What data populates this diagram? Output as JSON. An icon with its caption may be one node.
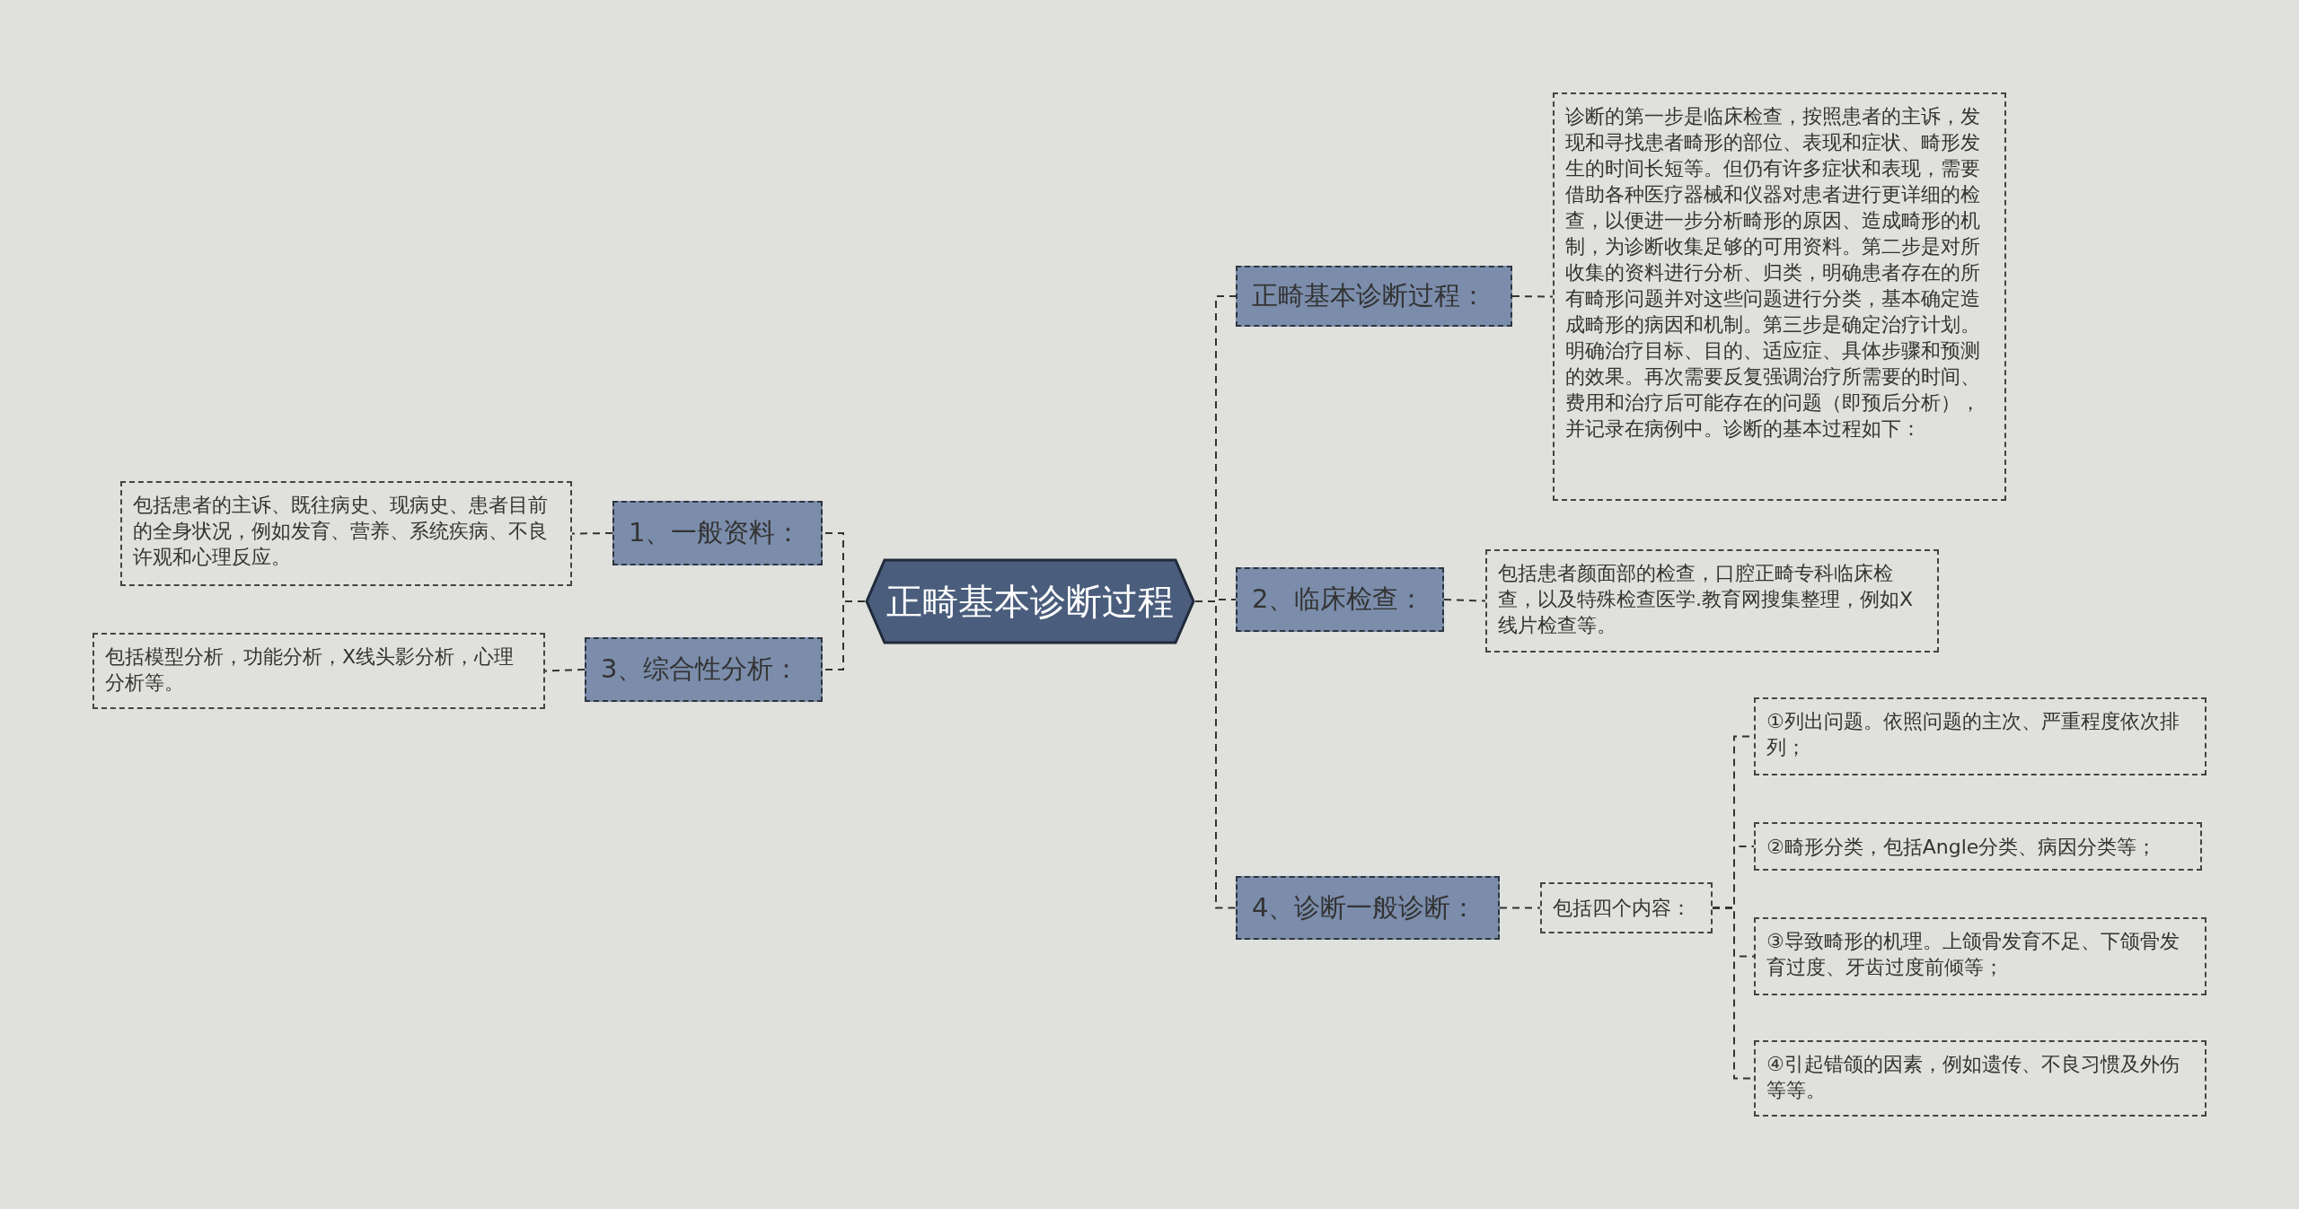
{
  "diagram": {
    "nodes": [
      {
        "text": [
          "正畸基本诊断过程"
        ]
      },
      {
        "text": [
          "正畸基本诊断过程："
        ]
      },
      {
        "text": [
          "诊断的第一步是临床检查，按照患者的主诉，发现和寻找患者畸形的部位、表现和症状、畸形发生的时间长短等。但仍有许多症状和表现，需要借助各种医疗器械和仪器对患者进行更详细的检查，以便进一步分析畸形的原因、造成畸形的机制，为诊断收集足够的可用资料。第二步是对所收集的资料进行分析、归类，明确患者存在的所有畸形问题并对这些问题进行分类，基本确定造成畸形的病因和机制。第三步是确定治疗计划。明确治疗目标、目的、适应症、具体步骤和预测的效果。再次需要反复强调治疗所需要的时间、费用和治疗后可能存在的问题（即预后分析），并记录在病例中。诊断的基本过程如下："
        ]
      },
      {
        "text": [
          "1、一般资料："
        ]
      },
      {
        "text": [
          "包括患者的主诉、既往病史、现病史、患者目前的全身状况，例如发育、营养、系统疾病、不良许观和心理反应。"
        ]
      },
      {
        "text": [
          "2、临床检查："
        ]
      },
      {
        "text": [
          "包括患者颜面部的检查，口腔正畸专科临床检查，以及特殊检查医学.教育网搜集整理，例如X线片检查等。"
        ]
      },
      {
        "text": [
          "3、综合性分析："
        ]
      },
      {
        "text": [
          "包括模型分析，功能分析，X线头影分析，心理分析等。"
        ]
      },
      {
        "text": [
          "4、诊断一般诊断："
        ]
      },
      {
        "text": [
          "包括四个内容："
        ]
      },
      {
        "text": [
          "①列出问题。依照问题的主次、严重程度依次排列；"
        ]
      },
      {
        "text": [
          "②畸形分类，包括Angle分类、病因分类等；"
        ]
      },
      {
        "text": [
          "③导致畸形的机理。上颌骨发育不足、下颌骨发育过度、牙齿过度前倾等；"
        ]
      },
      {
        "text": [
          "④引起错颌的因素，例如遗传、不良习惯及外伤等等。"
        ]
      }
    ],
    "edges": [
      {
        "from": 0,
        "to": 1,
        "arrow": "none"
      },
      {
        "from": 1,
        "to": 2,
        "arrow": "none"
      },
      {
        "from": 0,
        "to": 3,
        "arrow": "none"
      },
      {
        "from": 3,
        "to": 4,
        "arrow": "none"
      },
      {
        "from": 0,
        "to": 5,
        "arrow": "none"
      },
      {
        "from": 5,
        "to": 6,
        "arrow": "none"
      },
      {
        "from": 0,
        "to": 7,
        "arrow": "none"
      },
      {
        "from": 7,
        "to": 8,
        "arrow": "none"
      },
      {
        "from": 0,
        "to": 9,
        "arrow": "none"
      },
      {
        "from": 9,
        "to": 10,
        "arrow": "none"
      },
      {
        "from": 10,
        "to": 11,
        "arrow": "none"
      },
      {
        "from": 10,
        "to": 12,
        "arrow": "none"
      },
      {
        "from": 10,
        "to": 13,
        "arrow": "none"
      },
      {
        "from": 10,
        "to": 14,
        "arrow": "none"
      }
    ]
  }
}
